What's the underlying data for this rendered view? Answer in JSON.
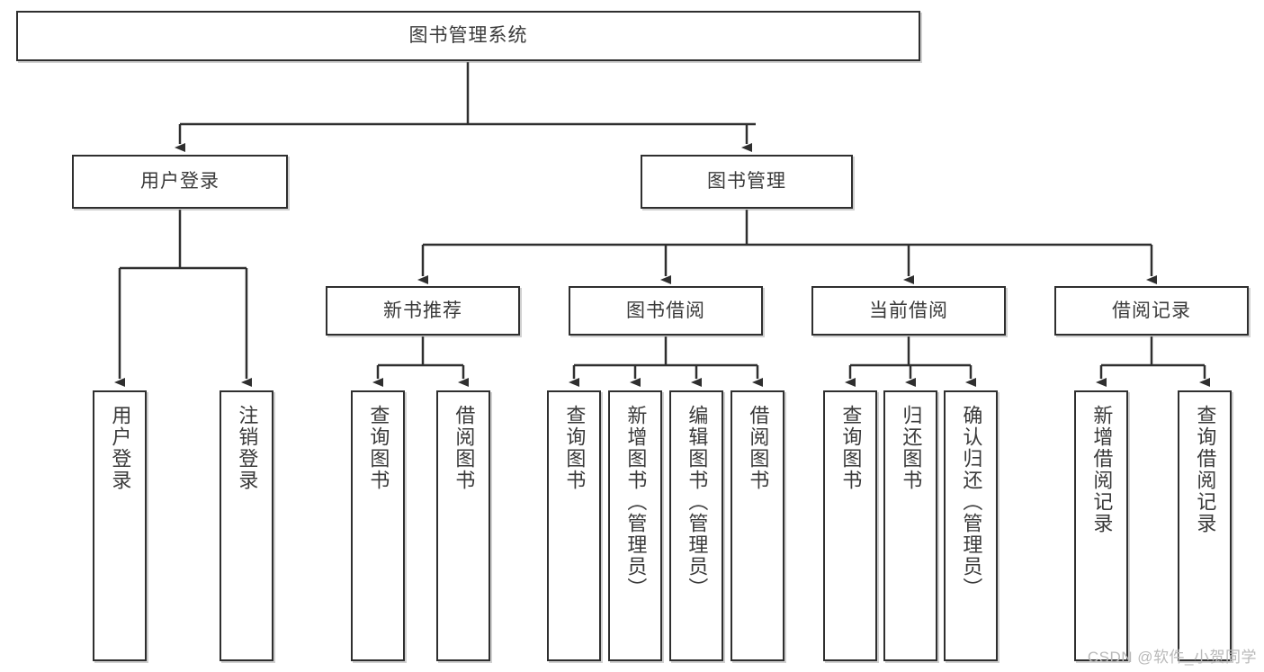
{
  "diagram": {
    "title": "图书管理系统",
    "type": "hierarchy-tree",
    "watermark": "CSDN @软件_小贺同学",
    "colors": {
      "node_border": "#2f2f2f",
      "node_fill": "#ffffff",
      "text": "#3a3a3a",
      "edge": "#2f2f2f",
      "watermark": "#b9b9b9",
      "background": "#ffffff"
    },
    "nodes": {
      "root": {
        "label": "图书管理系统"
      },
      "level2": [
        {
          "id": "user-login",
          "label": "用户登录"
        },
        {
          "id": "book-management",
          "label": "图书管理"
        }
      ],
      "level3": [
        {
          "id": "new-book-recommend",
          "label": "新书推荐"
        },
        {
          "id": "book-borrow",
          "label": "图书借阅"
        },
        {
          "id": "current-borrow",
          "label": "当前借阅"
        },
        {
          "id": "borrow-record",
          "label": "借阅记录"
        }
      ],
      "leaves": [
        {
          "id": "leaf-user-login",
          "label": "用户登录",
          "parent": "user-login"
        },
        {
          "id": "leaf-logout",
          "label": "注销登录",
          "parent": "user-login"
        },
        {
          "id": "leaf-query-book-1",
          "label": "查询图书",
          "parent": "new-book-recommend"
        },
        {
          "id": "leaf-borrow-book-1",
          "label": "借阅图书",
          "parent": "new-book-recommend"
        },
        {
          "id": "leaf-query-book-2",
          "label": "查询图书",
          "parent": "book-borrow"
        },
        {
          "id": "leaf-add-book",
          "label": "新增图书（管理员）",
          "parent": "book-borrow"
        },
        {
          "id": "leaf-edit-book",
          "label": "编辑图书（管理员）",
          "parent": "book-borrow"
        },
        {
          "id": "leaf-borrow-book-2",
          "label": "借阅图书",
          "parent": "book-borrow"
        },
        {
          "id": "leaf-query-book-3",
          "label": "查询图书",
          "parent": "current-borrow"
        },
        {
          "id": "leaf-return-book",
          "label": "归还图书",
          "parent": "current-borrow"
        },
        {
          "id": "leaf-confirm-return",
          "label": "确认归还（管理员）",
          "parent": "current-borrow"
        },
        {
          "id": "leaf-add-record",
          "label": "新增借阅记录",
          "parent": "borrow-record"
        },
        {
          "id": "leaf-query-record",
          "label": "查询借阅记录",
          "parent": "borrow-record"
        }
      ]
    }
  }
}
